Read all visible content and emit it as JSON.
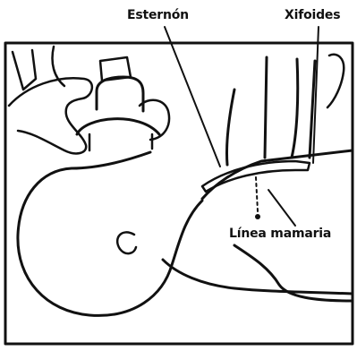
{
  "labels": {
    "sternum": "Esternón",
    "xiphoid": "Xifoides",
    "nipple_line": "Línea mamaria"
  },
  "colors": {
    "ink": "#111111",
    "background": "#ffffff"
  }
}
